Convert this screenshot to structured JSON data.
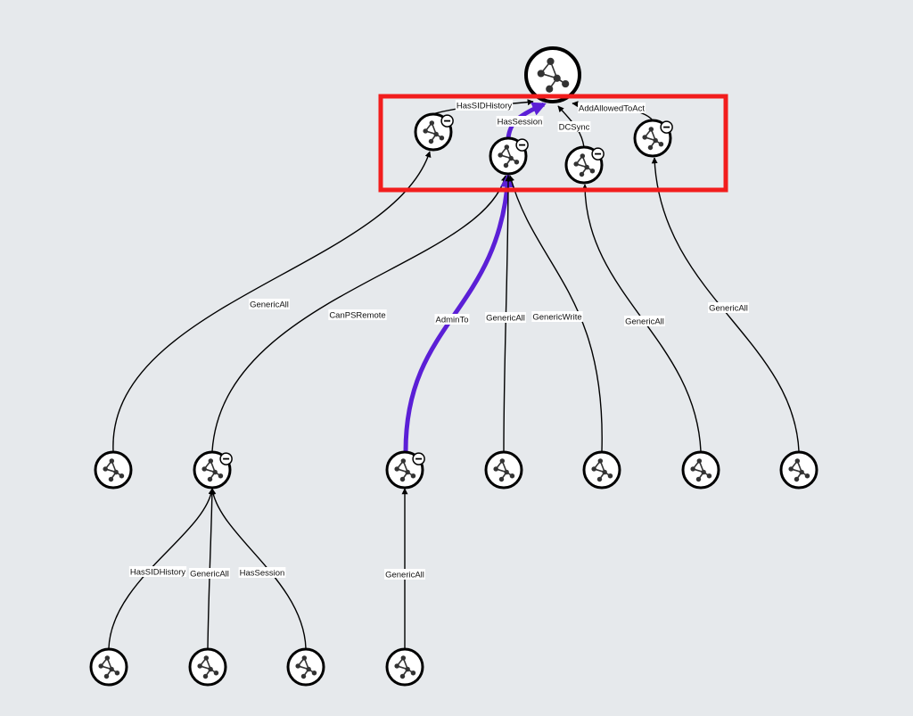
{
  "nodes": [
    {
      "id": "root",
      "icon": "group-icon",
      "collapsible": false
    },
    {
      "id": "t1",
      "icon": "group-icon",
      "collapsible": true
    },
    {
      "id": "t2",
      "icon": "group-icon",
      "collapsible": true
    },
    {
      "id": "t3",
      "icon": "group-icon",
      "collapsible": true
    },
    {
      "id": "t4",
      "icon": "group-icon",
      "collapsible": true
    },
    {
      "id": "m1",
      "icon": "group-icon",
      "collapsible": false
    },
    {
      "id": "m2",
      "icon": "group-icon",
      "collapsible": true
    },
    {
      "id": "m3",
      "icon": "group-icon",
      "collapsible": true
    },
    {
      "id": "m4",
      "icon": "group-icon",
      "collapsible": false
    },
    {
      "id": "m5",
      "icon": "group-icon",
      "collapsible": false
    },
    {
      "id": "m6",
      "icon": "group-icon",
      "collapsible": false
    },
    {
      "id": "m7",
      "icon": "group-icon",
      "collapsible": false
    },
    {
      "id": "b1",
      "icon": "group-icon",
      "collapsible": false
    },
    {
      "id": "b2",
      "icon": "group-icon",
      "collapsible": false
    },
    {
      "id": "b3",
      "icon": "group-icon",
      "collapsible": false
    },
    {
      "id": "b4",
      "icon": "group-icon",
      "collapsible": false
    }
  ],
  "edges": [
    {
      "from": "t1",
      "to": "root",
      "label": "HasSIDHistory",
      "highlight": false
    },
    {
      "from": "t2",
      "to": "root",
      "label": "HasSession",
      "highlight": true
    },
    {
      "from": "t3",
      "to": "root",
      "label": "DCSync",
      "highlight": false
    },
    {
      "from": "t4",
      "to": "root",
      "label": "AddAllowedToAct",
      "highlight": false
    },
    {
      "from": "m1",
      "to": "t1",
      "label": "GenericAll",
      "highlight": false
    },
    {
      "from": "m2",
      "to": "t2",
      "label": "CanPSRemote",
      "highlight": false
    },
    {
      "from": "m3",
      "to": "t2",
      "label": "AdminTo",
      "highlight": true
    },
    {
      "from": "m4",
      "to": "t2",
      "label": "GenericAll",
      "highlight": false
    },
    {
      "from": "m5",
      "to": "t2",
      "label": "GenericWrite",
      "highlight": false
    },
    {
      "from": "m6",
      "to": "t3",
      "label": "GenericAll",
      "highlight": false
    },
    {
      "from": "m7",
      "to": "t4",
      "label": "GenericAll",
      "highlight": false
    },
    {
      "from": "b1",
      "to": "m2",
      "label": "HasSIDHistory",
      "highlight": false
    },
    {
      "from": "b2",
      "to": "m2",
      "label": "GenericAll",
      "highlight": false
    },
    {
      "from": "b3",
      "to": "m2",
      "label": "HasSession",
      "highlight": false
    },
    {
      "from": "b4",
      "to": "m3",
      "label": "GenericAll",
      "highlight": false
    }
  ],
  "selection": {
    "nodes": [
      "t1",
      "t2",
      "t3",
      "t4"
    ]
  },
  "colors": {
    "background": "#e6e9ec",
    "edge": "#000000",
    "highlight_edge": "#5b1fd6",
    "selection_box": "#f21d1d",
    "node_fill": "#ffffff",
    "icon": "#333333"
  }
}
